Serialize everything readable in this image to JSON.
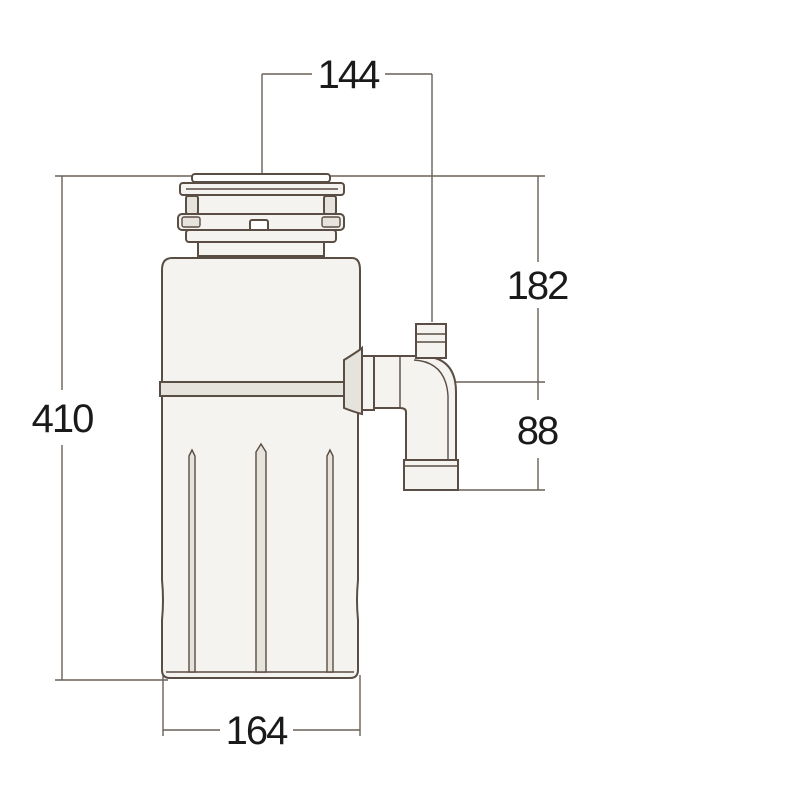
{
  "drawing": {
    "colors": {
      "outline": "#5a4d43",
      "body_fill": "#f4f3ef",
      "shade_fill": "#e6e3dc",
      "dim_line": "#6a6056",
      "text": "#1a1a1a"
    },
    "dimensions": {
      "top_width": "144",
      "total_height": "410",
      "outlet_height": "182",
      "outlet_drop": "88",
      "base_width": "164"
    }
  }
}
